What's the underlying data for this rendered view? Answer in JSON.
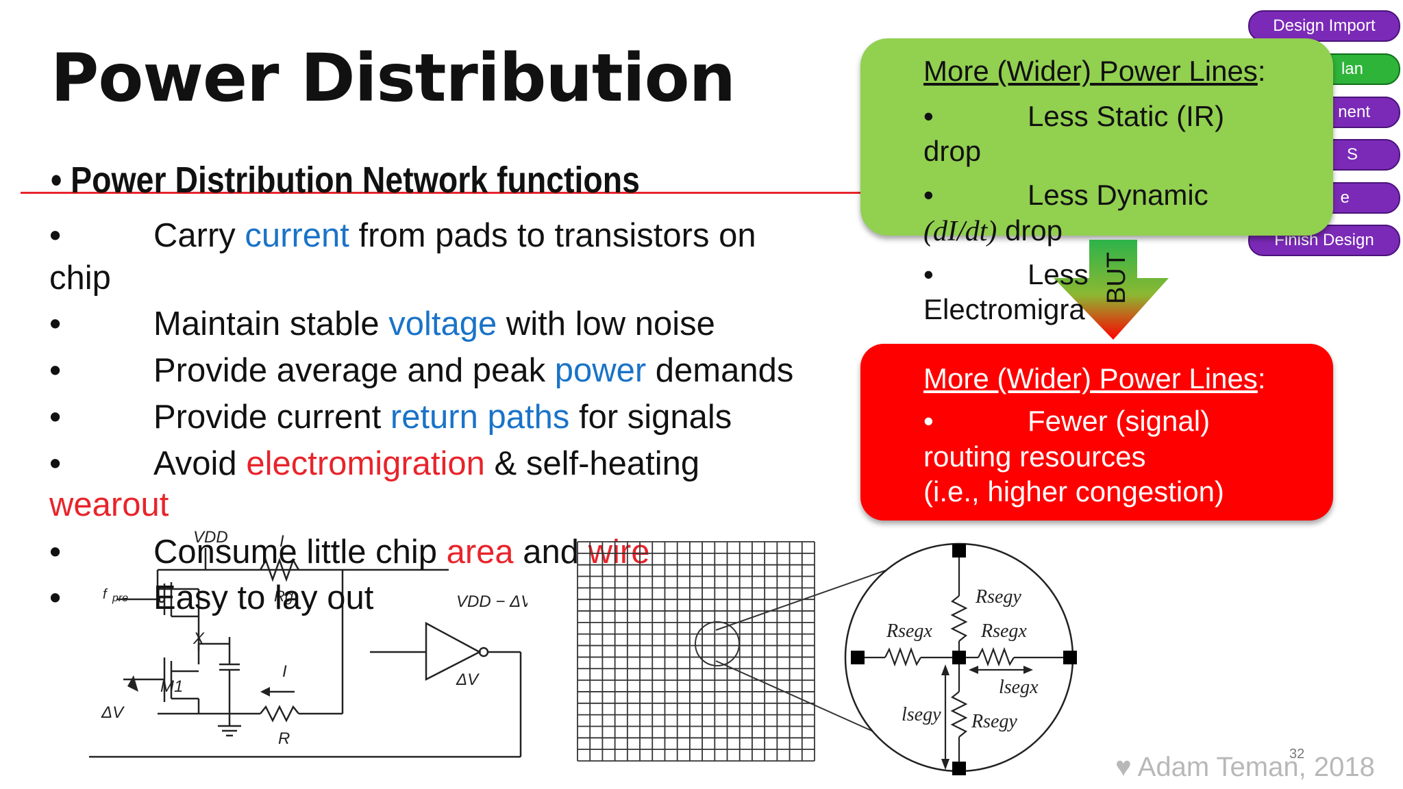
{
  "title": "Power Distribution",
  "subheading": "Power Distribution Network functions",
  "bullet_char": "•",
  "bullets": [
    {
      "a": "Carry ",
      "b": "current",
      "c": " from pads to transistors on"
    },
    {
      "cont": "chip"
    },
    {
      "a": "Maintain stable ",
      "b": "voltage",
      "c": " with low noise"
    },
    {
      "a": "Provide average and peak ",
      "b": "power",
      "c": " demands"
    },
    {
      "a": "Provide current ",
      "b": "return paths",
      "c": " for signals"
    },
    {
      "a": "Avoid ",
      "b": "electromigration",
      "c": " & self-heating"
    },
    {
      "cont": "wearout"
    },
    {
      "a": "Consume little chip ",
      "b": "area",
      "c": " and ",
      "d": "wire"
    },
    {
      "a": "Easy to lay out"
    }
  ],
  "flow_nav": [
    "Design Import",
    "Floorplan",
    "Placement",
    "CTS",
    "Route",
    "Finish Design"
  ],
  "flow_nav_visible": [
    "Design Import",
    "lan",
    "nent",
    "S",
    "e",
    "Finish Design"
  ],
  "green_box": {
    "heading": "More (Wider) Power Lines",
    "colon": ":",
    "items": [
      {
        "l1": "Less Static (IR)",
        "l2": "drop"
      },
      {
        "l1": "Less Dynamic",
        "l2a": "(dI/dt)",
        "l2b": " drop"
      },
      {
        "l1": "Less",
        "l2": "Electromigra"
      }
    ]
  },
  "arrow_label": "BUT",
  "red_box": {
    "heading": "More (Wider) Power Lines",
    "colon": ":",
    "l1": "Fewer (signal)",
    "l2": "routing  resources",
    "l3": "(i.e., higher congestion)"
  },
  "circuit": {
    "vdd": "VDD",
    "i_top": "I",
    "rg": "Rg",
    "f": "f",
    "pre": "pre",
    "x": "X",
    "m1": "M1",
    "delta_v_left": "ΔV",
    "i_mid": "I",
    "r": "R",
    "vdd_minus": "VDD − ΔV",
    "delta_v_right": "ΔV"
  },
  "grid_detail": {
    "rsegy_top": "Rsegy",
    "rsegx_left": "Rsegx",
    "rsegx_right": "Rsegx",
    "lsegx": "lsegx",
    "lsegy": "lsegy",
    "rsegy_bottom": "Rsegy"
  },
  "footer": {
    "author": "♥ Adam Teman, 2018",
    "page": "32"
  },
  "colors": {
    "accent_blue": "#1a73c8",
    "accent_red": "#e8242b",
    "green_box": "#92d050",
    "red_box": "#ff0000",
    "nav_purple": "#7b2ab7",
    "nav_green": "#2fb43a"
  }
}
